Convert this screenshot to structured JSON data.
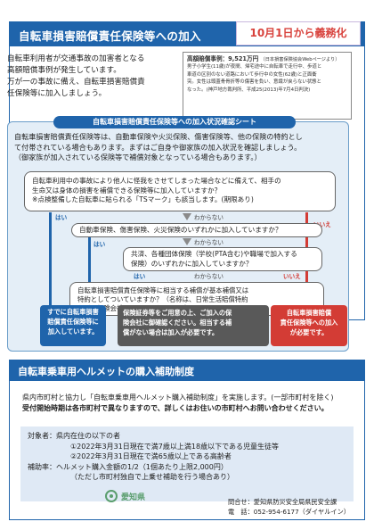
{
  "section1": {
    "title": "自転車損害賠償責任保険等への加入",
    "badge": "10月1日から義務化",
    "intro": [
      "自転車利用者が交通事故の加害者となる",
      "高額賠償事例が発生しています。",
      "万が一の事故に備え、自転車損害賠償責",
      "任保険等に加入しましょう。"
    ],
    "case_amount": "高額賠償事例：9,521万円",
    "case_amount_note": "（日本損害保険協会Webページより）",
    "case_lines": [
      "男子小学生(11歳)が夜間、帰宅途中に自転車で走行中、歩道と",
      "車道の区別のない道路において歩行中の女性(62歳)と正面衝",
      "突。女性は頭蓋骨骨折等の傷害を負い、意識が戻らない状態と",
      "なった。(神戸地方裁判所、平成25(2013)年7月4日判決)"
    ]
  },
  "check_sheet": {
    "title": "自転車損害賠償責任保険等への加入状況確認シート",
    "desc": [
      "自転車損害賠償責任保険等は、自動車保険や火災保険、傷害保険等、他の保険の特約とし",
      "て付帯されている場合もあります。まずはご自身や御家族の加入状況を確認しましょう。",
      "（御家族が加入されている保険等で補償対象となっている場合もあります。）"
    ],
    "q1": [
      "自転車利用中の事故により他人に怪我をさせてしまった場合などに備えて、相手の",
      "生命又は身体の損害を補償できる保険等に加入していますか？",
      "※点検整備した自転車に貼られる「TSマーク」も該当します。(期限あり)"
    ],
    "q2": "自動車保険、傷害保険、火災保険のいずれかに加入していますか？",
    "q3": [
      "共済、各種団体保険（学校(PTA含む)や職場で加入する",
      "保険）のいずれかに加入していますか？"
    ],
    "q4": [
      "自転車損害賠償責任保険等に相当する補償が基本補償又は",
      "特約としてついていますか？（名称は、日常生活賠償特約",
      "など、保険会社によって異なります。）"
    ],
    "labels": {
      "yes": "はい",
      "no": "いいえ",
      "unknown": "わからない"
    },
    "result_joined": [
      "すでに自転車損害",
      "賠償責任保険等に",
      "加入しています。"
    ],
    "result_contact": [
      "保険証券等をご用意の上、ご加入の保",
      "険会社に御確認ください。相当する補",
      "償がない場合は加入が必要です。"
    ],
    "result_required": [
      "自転車損害賠償",
      "責任保険等への加入",
      "が必要です。"
    ]
  },
  "section2": {
    "title": "自転車乗車用ヘルメットの購入補助制度",
    "desc": [
      "県内市町村と協力し「自転車乗車用ヘルメット購入補助制度」を実施します。(一部市町村を除く)",
      "受付開始時期は各市町村で異なりますので、詳しくはお住いの市町村へお問い合わせください。"
    ],
    "criteria": [
      "対象者：県内在住の以下の者",
      "①2022年3月31日現在で満7歳以上満18歳以下である児童生徒等",
      "②2022年3月31日現在で満65歳以上である高齢者",
      "補助率：ヘルメット購入金額の1/2（1個あたり上限2,000円）",
      "（ただし市町村独自で上乗せ補助を行う場合あり）"
    ],
    "logo_text": "愛知県",
    "contact": [
      "問合せ：愛知県防災安全局県民安全課",
      "電　話：052-954-6177（ダイヤルイン）"
    ]
  },
  "colors": {
    "primary": "#1f64ab",
    "accent": "#d33c35",
    "neutral": "#595959",
    "light_blue": "#e4eef7"
  }
}
